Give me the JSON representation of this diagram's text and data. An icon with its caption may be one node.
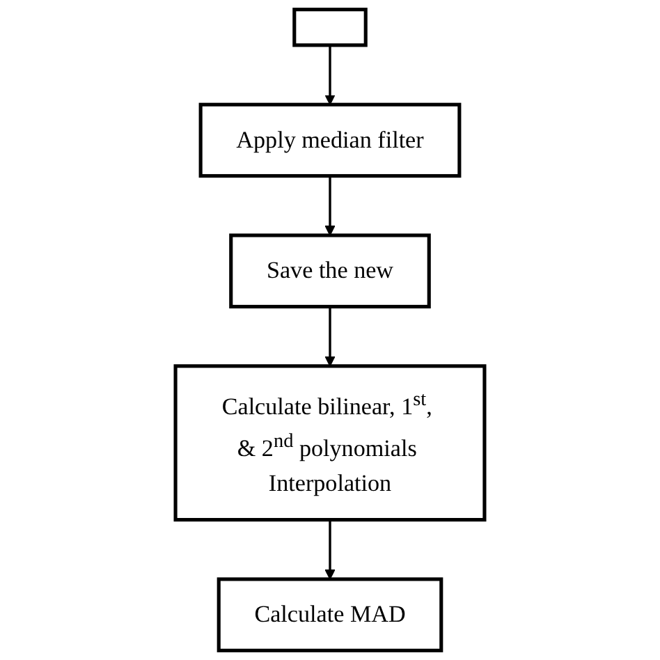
{
  "diagram": {
    "nodes": [
      {
        "text": [],
        "shape": "box"
      },
      {
        "text": [
          "Apply median filter"
        ]
      },
      {
        "text": [
          "Save the new"
        ]
      },
      {
        "text": [
          "Calculate bilinear, 1$^{st}$, & 2$^{nd}$ polynomials Interpolation"
        ]
      },
      {
        "text": [
          "Calculate MAD"
        ]
      }
    ],
    "edges": [
      {
        "from": 0,
        "to": 1,
        "arrow": "to"
      },
      {
        "from": 1,
        "to": 2,
        "arrow": "to"
      },
      {
        "from": 2,
        "to": 3,
        "arrow": "to"
      },
      {
        "from": 3,
        "to": 4,
        "arrow": "to"
      }
    ]
  }
}
